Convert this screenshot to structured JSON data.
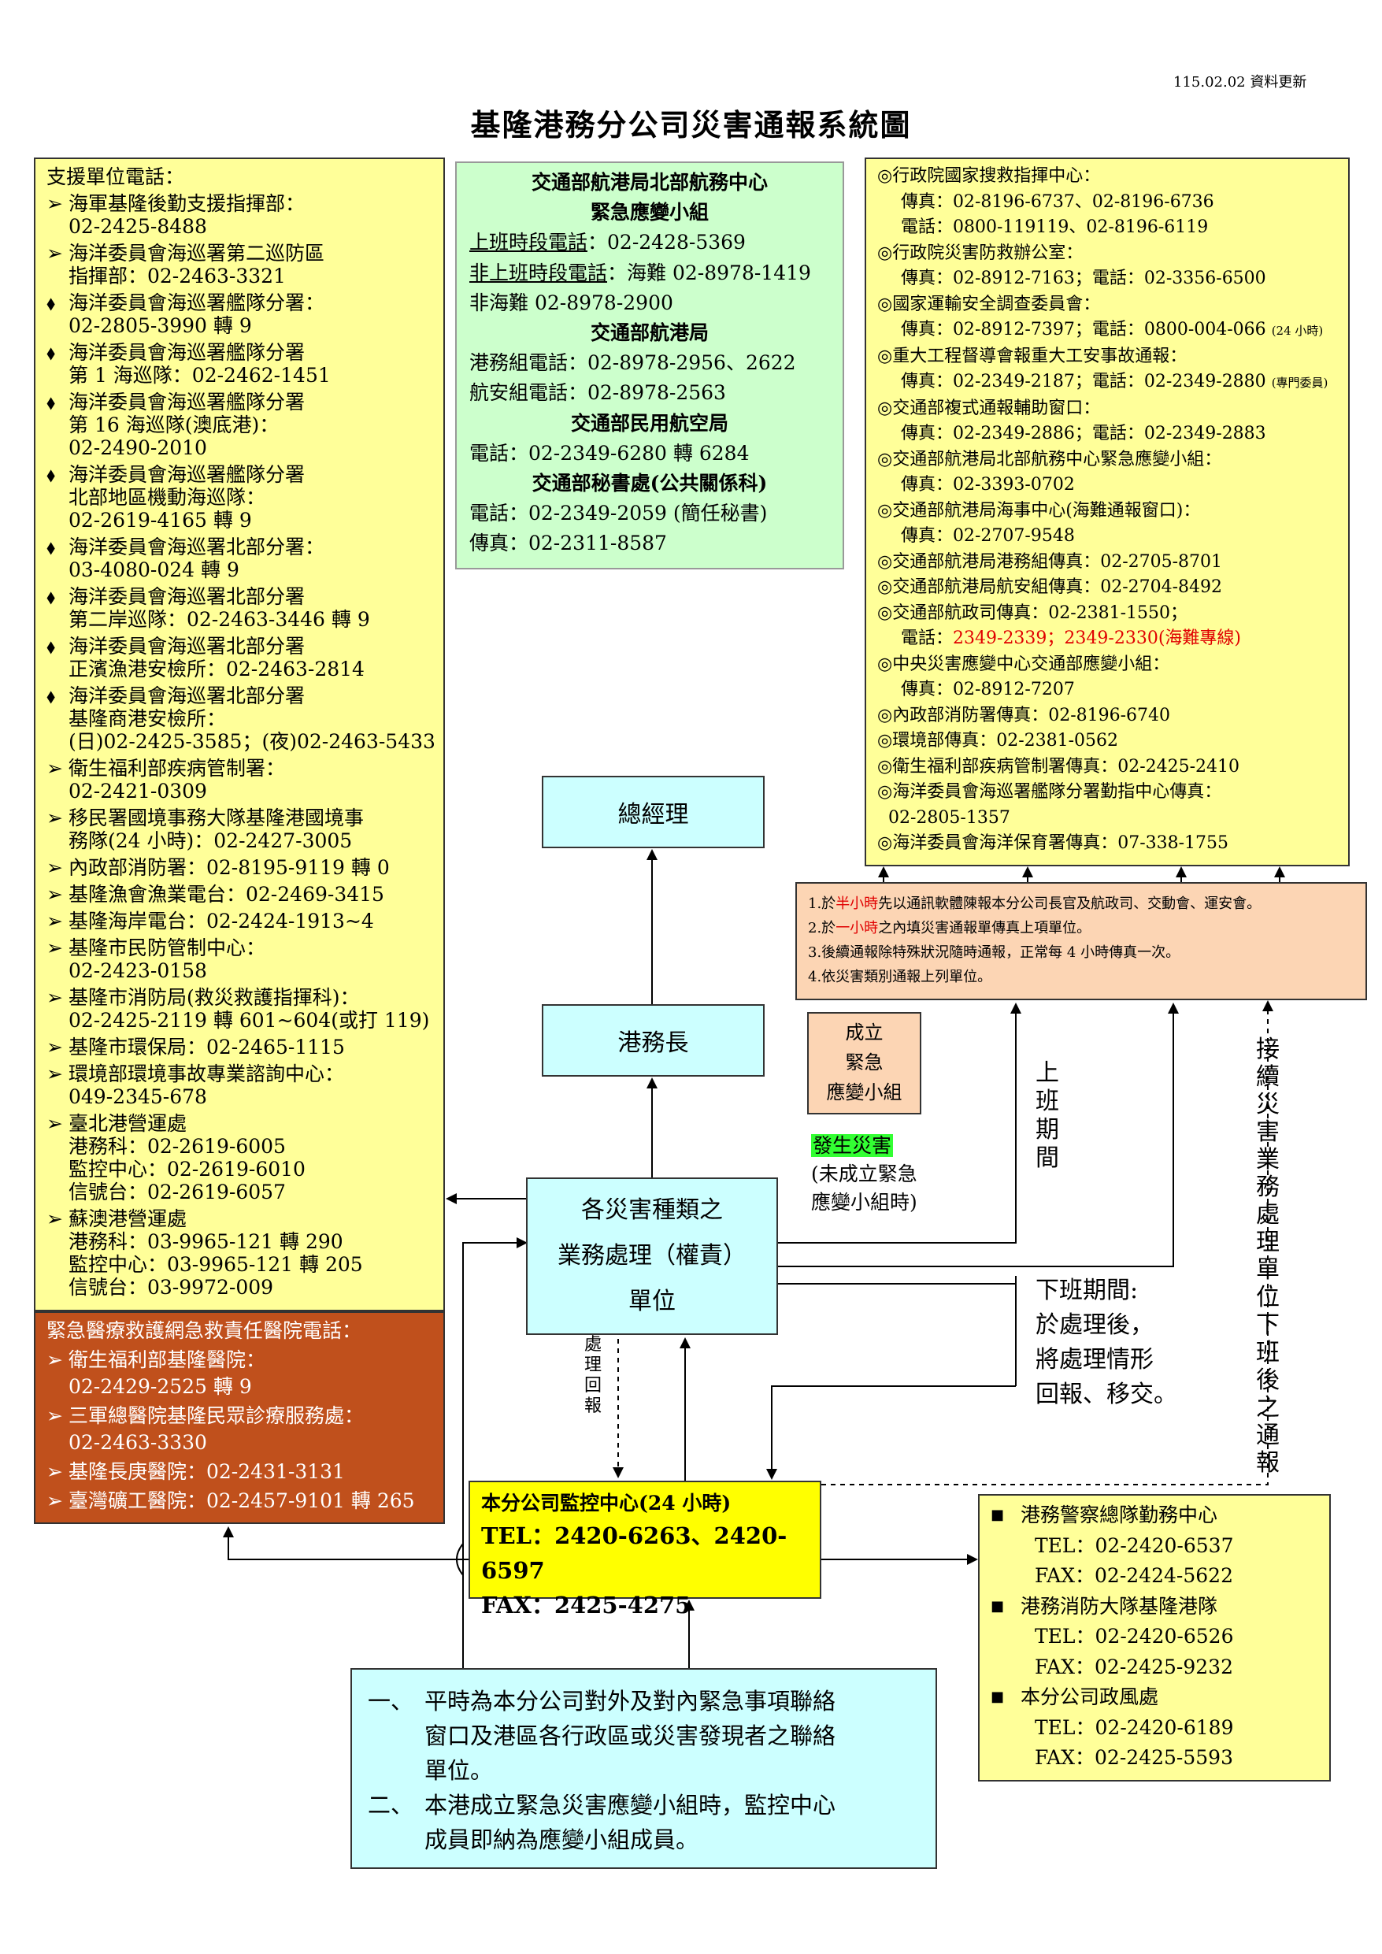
{
  "update_note": "115.02.02 資料更新",
  "title": "基隆港務分公司災害通報系統圖",
  "support": {
    "heading": "支援單位電話：",
    "items": [
      {
        "marker": "➢",
        "lines": [
          "海軍基隆後勤支援指揮部：",
          "02-2425-8488"
        ]
      },
      {
        "marker": "➢",
        "lines": [
          "海洋委員會海巡署第二巡防區",
          "指揮部：02-2463-3321"
        ]
      },
      {
        "marker": "⬧",
        "lines": [
          "海洋委員會海巡署艦隊分署：",
          "02-2805-3990 轉 9"
        ]
      },
      {
        "marker": "⬧",
        "lines": [
          "海洋委員會海巡署艦隊分署",
          "第 1 海巡隊：02-2462-1451"
        ]
      },
      {
        "marker": "⬧",
        "lines": [
          "海洋委員會海巡署艦隊分署",
          "第 16 海巡隊(澳底港)：",
          "02-2490-2010"
        ]
      },
      {
        "marker": "⬧",
        "lines": [
          "海洋委員會海巡署艦隊分署",
          "北部地區機動海巡隊：",
          "02-2619-4165 轉 9"
        ]
      },
      {
        "marker": "⬧",
        "lines": [
          "海洋委員會海巡署北部分署：",
          "03-4080-024 轉 9"
        ]
      },
      {
        "marker": "⬧",
        "lines": [
          "海洋委員會海巡署北部分署",
          "第二岸巡隊：02-2463-3446 轉 9"
        ]
      },
      {
        "marker": "⬧",
        "lines": [
          "海洋委員會海巡署北部分署",
          "正濱漁港安檢所：02-2463-2814"
        ]
      },
      {
        "marker": "⬧",
        "lines": [
          "海洋委員會海巡署北部分署",
          "基隆商港安檢所：",
          "(日)02-2425-3585；(夜)02-2463-5433"
        ]
      },
      {
        "marker": "➢",
        "lines": [
          "衛生福利部疾病管制署：",
          "02-2421-0309"
        ]
      },
      {
        "marker": "➢",
        "lines": [
          "移民署國境事務大隊基隆港國境事",
          "務隊(24 小時)：02-2427-3005"
        ]
      },
      {
        "marker": "➢",
        "lines": [
          "內政部消防署：02-8195-9119 轉 0"
        ]
      },
      {
        "marker": "➢",
        "lines": [
          "基隆漁會漁業電台：02-2469-3415"
        ]
      },
      {
        "marker": "➢",
        "lines": [
          "基隆海岸電台：02-2424-1913~4"
        ]
      },
      {
        "marker": "➢",
        "lines": [
          "基隆市民防管制中心：",
          "02-2423-0158"
        ]
      },
      {
        "marker": "➢",
        "lines": [
          "基隆市消防局(救災救護指揮科)：",
          "02-2425-2119 轉 601~604(或打 119)"
        ]
      },
      {
        "marker": "➢",
        "lines": [
          "基隆市環保局：02-2465-1115"
        ]
      },
      {
        "marker": "➢",
        "lines": [
          "環境部環境事故專業諮詢中心：",
          "049-2345-678"
        ]
      },
      {
        "marker": "➢",
        "lines": [
          "臺北港營運處",
          "港務科：02-2619-6005",
          "監控中心：02-2619-6010",
          "信號台：02-2619-6057"
        ]
      },
      {
        "marker": "➢",
        "lines": [
          "蘇澳港營運處",
          "港務科：03-9965-121 轉 290",
          "監控中心：03-9965-121 轉 205",
          "信號台：03-9972-009"
        ]
      }
    ]
  },
  "medical": {
    "heading": "緊急醫療救護網急救責任醫院電話：",
    "items": [
      {
        "marker": "➢",
        "lines": [
          "衛生福利部基隆醫院：",
          "02-2429-2525 轉 9"
        ]
      },
      {
        "marker": "➢",
        "lines": [
          "三軍總醫院基隆民眾診療服務處：",
          "02-2463-3330"
        ]
      },
      {
        "marker": "➢",
        "lines": [
          "基隆長庚醫院：02-2431-3131"
        ]
      },
      {
        "marker": "➢",
        "lines": [
          "臺灣礦工醫院：02-2457-9101 轉 265"
        ]
      }
    ]
  },
  "center": {
    "h1": "交通部航港局北部航務中心",
    "h2": "緊急應變小組",
    "l1a": "上班時段電話",
    "l1b": "：02-2428-5369",
    "l2a": "非上班時段電話",
    "l2b": "：海難 02-8978-1419",
    "l3": "非海難 02-8978-2900",
    "h3": "交通部航港局",
    "l4": "港務組電話：02-8978-2956、2622",
    "l5": "航安組電話：02-8978-2563",
    "h4": "交通部民用航空局",
    "l6": "電話：02-2349-6280 轉 6284",
    "h5": "交通部秘書處(公共關係科)",
    "l7": "電話：02-2349-2059 (簡任秘書)",
    "l8": "傳真：02-2311-8587"
  },
  "agencies": {
    "r1": "◎行政院國家搜救指揮中心：",
    "r2": "傳真：02-8196-6737、02-8196-6736",
    "r3": "電話：0800-119119、02-8196-6119",
    "r4": "◎行政院災害防救辦公室：",
    "r5": "傳真：02-8912-7163；電話：02-3356-6500",
    "r6": "◎國家運輸安全調查委員會：",
    "r7": "傳真：02-8912-7397；電話：0800-004-066",
    "r7s": "(24 小時)",
    "r8": "◎重大工程督導會報重大工安事故通報：",
    "r9": "傳真：02-2349-2187；電話：02-2349-2880",
    "r9s": "(專門委員)",
    "r10": "◎交通部複式通報輔助窗口：",
    "r11": "傳真：02-2349-2886；電話：02-2349-2883",
    "r12": "◎交通部航港局北部航務中心緊急應變小組：",
    "r13": "傳真：02-3393-0702",
    "r14": "◎交通部航港局海事中心(海難通報窗口)：",
    "r15": "傳真：02-2707-9548",
    "r16": "◎交通部航港局港務組傳真：02-2705-8701",
    "r17": "◎交通部航港局航安組傳真：02-2704-8492",
    "r18": "◎交通部航政司傳真：02-2381-1550；",
    "r19a": "電話：",
    "r19b": "2349-2339；2349-2330(海難專線)",
    "r20": "◎中央災害應變中心交通部應變小組：",
    "r21": "傳真：02-8912-7207",
    "r22": "◎內政部消防署傳真：02-8196-6740",
    "r23": "◎環境部傳真：02-2381-0562",
    "r24": "◎衛生福利部疾病管制署傳真：02-2425-2410",
    "r25": "◎海洋委員會海巡署艦隊分署勤指中心傳真：",
    "r26": "02-2805-1357",
    "r27": "◎海洋委員會海洋保育署傳真：07-338-1755"
  },
  "gm": "總經理",
  "harbor_master": "港務長",
  "dept": {
    "l1": "各災害種類之",
    "l2": "業務處理（權責）",
    "l3": "單位"
  },
  "procedure": {
    "s1a": "1.於",
    "s1b": "半小時",
    "s1c": "先以通訊軟體陳報本分公司長官及航政司、交動會、運安會。",
    "s2a": "2.於",
    "s2b": "一小時",
    "s2c": "之內填災害通報單傳真上項單位。",
    "s3": "3.後續通報除特殊狀況隨時通報，正常每 4 小時傳真一次。",
    "s4": "4.依災害類別通報上列單位。"
  },
  "team": {
    "l1": "成立",
    "l2": "緊急",
    "l3": "應變小組"
  },
  "disaster": {
    "hl": "發生災害",
    "l1": "(未成立緊急",
    "l2": "應變小組時)"
  },
  "work_hours": [
    "上",
    "班",
    "期",
    "間"
  ],
  "report_back": [
    "處",
    "理",
    "回",
    "報"
  ],
  "handover": [
    "接",
    "續",
    "災",
    "害",
    "業",
    "務",
    "處",
    "理",
    "單",
    "位",
    "下",
    "班",
    "後",
    "之",
    "通",
    "報"
  ],
  "off_duty": {
    "l1": "下班期間:",
    "l2": "於處理後，",
    "l3": "將處理情形",
    "l4": "回報、移交。"
  },
  "monitor": {
    "l1": "本分公司監控中心(24 小時)",
    "l2": "TEL：2420-6263、2420-6597",
    "l3": "FAX：2425-4275"
  },
  "police": {
    "b1": "港務警察總隊勤務中心",
    "b1t": "TEL：02-2420-6537",
    "b1f": "FAX：02-2424-5622",
    "b2": "港務消防大隊基隆港隊",
    "b2t": "TEL：02-2420-6526",
    "b2f": "FAX：02-2425-9232",
    "b3": "本分公司政風處",
    "b3t": "TEL：02-2420-6189",
    "b3f": "FAX：02-2425-5593",
    "bullet": "■"
  },
  "notes": {
    "n1num": "一、",
    "n1l1": "平時為本分公司對外及對內緊急事項聯絡",
    "n1l2": "窗口及港區各行政區或災害發現者之聯絡",
    "n1l3": "單位。",
    "n2num": "二、",
    "n2l1": "本港成立緊急災害應變小組時，監控中心",
    "n2l2": "成員即納為應變小組成員。"
  }
}
